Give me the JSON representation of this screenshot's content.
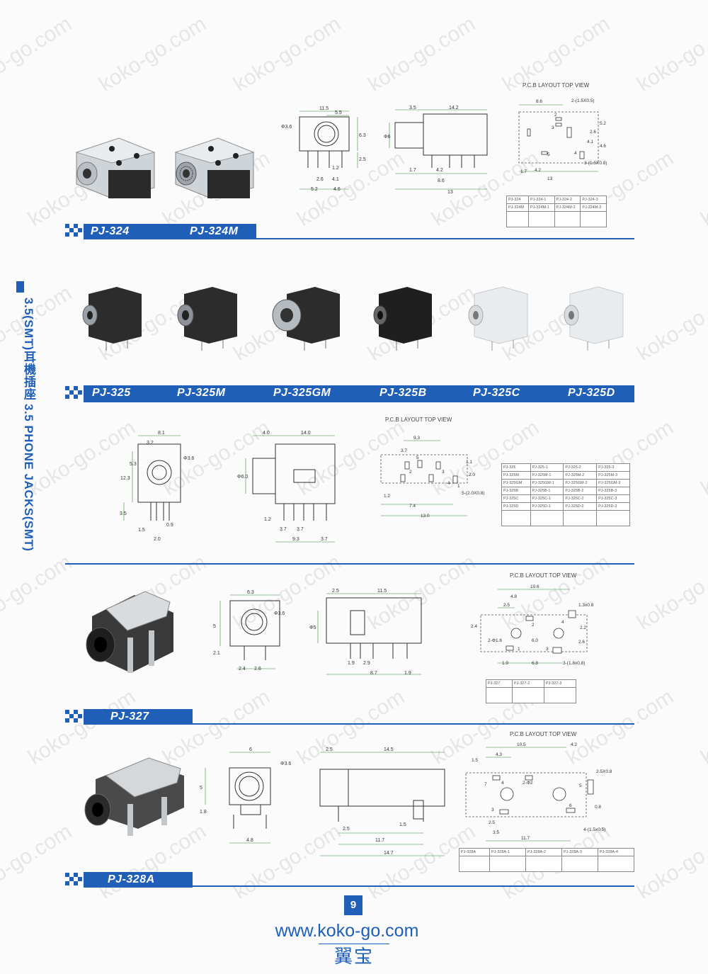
{
  "side_label": "3.5(SMT)耳機插座 3.5 PHONE JACKS(SMT)",
  "watermark": "koko-go.com",
  "pcb_caption": "P.C.B LAYOUT    TOP VIEW",
  "sections": {
    "s324": {
      "models": [
        "PJ-324",
        "PJ-324M"
      ],
      "front": [
        "11.5",
        "5.5",
        "Φ3.6",
        "6.3",
        "2.5",
        "1.2",
        "2.6",
        "4.1",
        "5.2",
        "4.6"
      ],
      "side": [
        "3.5",
        "14.2",
        "Φ6",
        "1.7",
        "4.2",
        "8.6",
        "13"
      ],
      "pcb": [
        "8.6",
        "2-(1.5X0.5)",
        "2",
        "3",
        "5.2",
        "2.6",
        "4.1",
        "4.6",
        "5",
        "4",
        "3-(1.5X0.8)",
        "1.7",
        "4.2",
        "13"
      ],
      "table": [
        [
          "PJ-324",
          "PJ-324-1",
          "PJ-324-2",
          "PJ-324-3"
        ],
        [
          "PJ-324M",
          "PJ-324M-1",
          "PJ-324M-2",
          "PJ-324M-3"
        ]
      ]
    },
    "s325": {
      "models": [
        "PJ-325",
        "PJ-325M",
        "PJ-325GM",
        "PJ-325B",
        "PJ-325C",
        "PJ-325D"
      ],
      "front": [
        "8.1",
        "3.2",
        "Φ3.6",
        "12.3",
        "5.3",
        "3.5",
        "1.5",
        "0.9",
        "2.0"
      ],
      "side": [
        "4.0",
        "14.0",
        "Φ6.0",
        "1.2",
        "3.7",
        "3.7",
        "9.3",
        "3.7"
      ],
      "pcb": [
        "9.3",
        "3.7",
        "1.1",
        "5",
        "2",
        "3",
        "2.0",
        "4",
        "1",
        "5-(2.0X0.8)",
        "1.2",
        "7.4",
        "13.0"
      ],
      "table": [
        [
          "PJ-325",
          "PJ-325-1",
          "PJ-325-2",
          "PJ-325-3"
        ],
        [
          "PJ-325M",
          "PJ-325M-1",
          "PJ-325M-2",
          "PJ-325M-3"
        ],
        [
          "PJ-325GM",
          "PJ-325GM-1",
          "PJ-325GM-2",
          "PJ-325GM-3"
        ],
        [
          "PJ-325B",
          "PJ-325B-1",
          "PJ-325B-2",
          "PJ-325B-3"
        ],
        [
          "PJ-325C",
          "PJ-325C-1",
          "PJ-325C-2",
          "PJ-325C-3"
        ],
        [
          "PJ-325D",
          "PJ-325D-1",
          "PJ-325D-2",
          "PJ-325D-3"
        ]
      ]
    },
    "s327": {
      "models": [
        "PJ-327"
      ],
      "front": [
        "6.3",
        "Φ3.6",
        "5",
        "2.1",
        "2.4",
        "2.6"
      ],
      "side": [
        "2.5",
        "11.5",
        "Φ5",
        "1.9",
        "2.9",
        "8.7",
        "1.9"
      ],
      "pcb": [
        "10.6",
        "4.8",
        "2.5",
        "1.3x0.8",
        "2.4",
        "2",
        "4",
        "2.2",
        "2-Φ1.6",
        "6.0",
        "2.6",
        "1",
        "3",
        "1.9",
        "6.8",
        "3-(1.8x0.8)"
      ],
      "table": [
        [
          "PJ-327",
          "PJ-327-2",
          "PJ-327-3"
        ]
      ]
    },
    "s328": {
      "models": [
        "PJ-328A"
      ],
      "front": [
        "6",
        "Φ3.6",
        "5",
        "1.8",
        "4.8"
      ],
      "side": [
        "2.5",
        "14.5",
        "2.5",
        "1.5",
        "11.7",
        "14.7"
      ],
      "pcb": [
        "10.5",
        "4.2",
        "4.3",
        "1.5",
        "2.5X0.8",
        "7",
        "4",
        "2-Φ2",
        "5",
        "3",
        "6",
        "0.8",
        "2.5",
        "3.5",
        "11.7",
        "4-(1.5x0.5)"
      ],
      "table": [
        [
          "PJ-328A",
          "PJ-328A-1",
          "PJ-328A-2",
          "PJ-328A-3",
          "PJ-328A-4"
        ]
      ]
    }
  },
  "page_number": "9",
  "footer_url": "www.koko-go.com",
  "footer_brand": "翼宝",
  "colors": {
    "accent": "#1f5fb8",
    "dim_line": "#3a8a3a",
    "watermark": "#e6e6e6"
  }
}
